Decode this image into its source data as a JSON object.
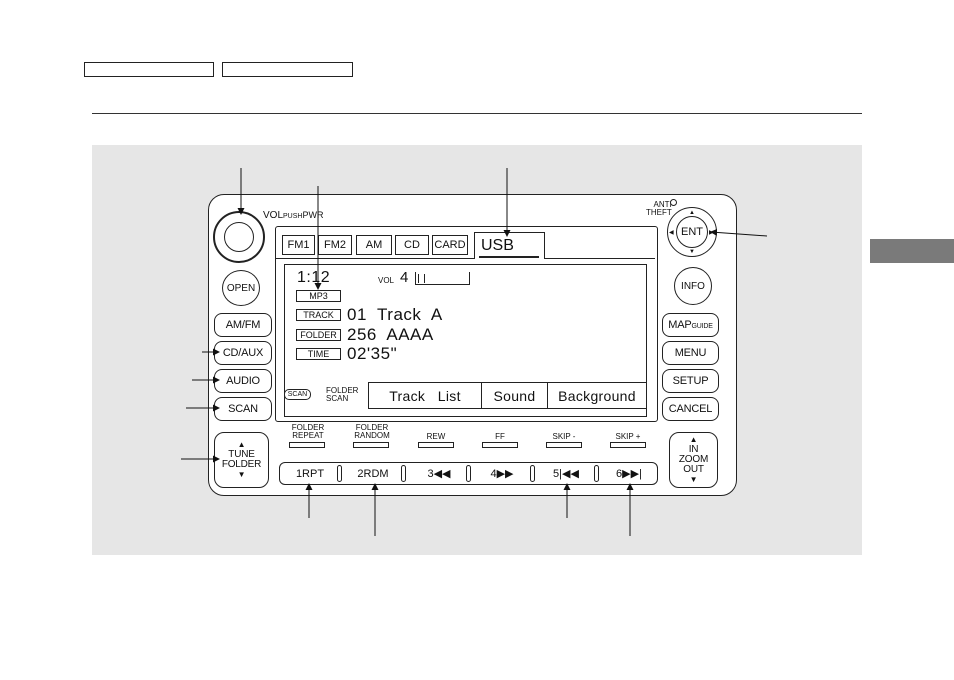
{
  "header": {
    "tabs": [
      "",
      ""
    ]
  },
  "unit": {
    "vol_label_a": "VOL",
    "vol_label_b": "PUSH",
    "vol_label_c": "PWR",
    "anti_theft": "ANTI\nTHEFT",
    "left_buttons": [
      "OPEN",
      "AM/FM",
      "CD/AUX",
      "AUDIO",
      "SCAN"
    ],
    "tune_folder": "TUNE\nFOLDER",
    "right_buttons": [
      "ENT",
      "INFO",
      "MAP",
      "GUIDE",
      "MENU",
      "SETUP",
      "CANCEL"
    ],
    "zoom": "IN\nZOOM\nOUT"
  },
  "screen": {
    "tabs": [
      "FM1",
      "FM2",
      "AM",
      "CD",
      "CARD",
      "USB"
    ],
    "disc_time": "1:12",
    "vol_label": "VOL",
    "vol_value": "4",
    "format": "MP3",
    "track_label": "TRACK",
    "track_value": "01  Track  A",
    "folder_label": "FOLDER",
    "folder_value": "256  AAAA",
    "time_label": "TIME",
    "time_value": "02'35\"",
    "scan_badge": "SCAN",
    "scan_caption": "FOLDER\nSCAN",
    "soft_keys": [
      "Track   List",
      "Sound",
      "Background"
    ]
  },
  "function_labels": [
    "FOLDER\nREPEAT",
    "FOLDER\nRANDOM",
    "REW",
    "FF",
    "SKIP -",
    "SKIP +"
  ],
  "presets": [
    "1RPT",
    "2RDM",
    "3◀◀",
    "4▶▶",
    "5|◀◀",
    "6▶▶|"
  ]
}
